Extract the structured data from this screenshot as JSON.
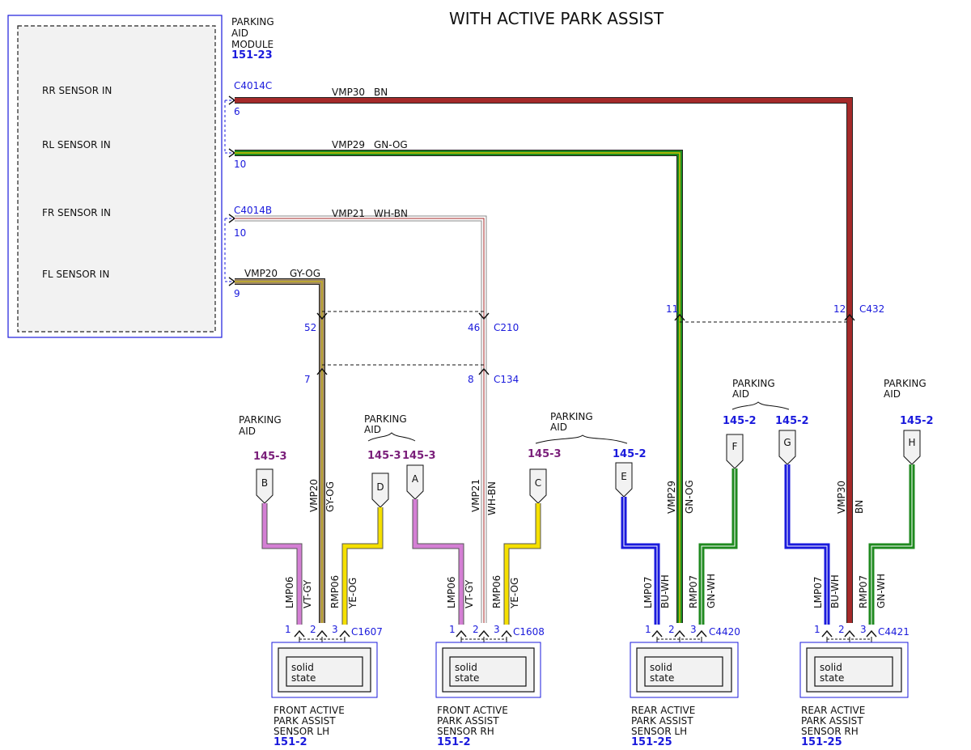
{
  "title": "WITH ACTIVE PARK ASSIST",
  "module": {
    "name_lines": [
      "PARKING",
      "AID",
      "MODULE"
    ],
    "ref": "151-23",
    "inputs": [
      "RR SENSOR IN",
      "RL SENSOR IN",
      "FR SENSOR IN",
      "FL SENSOR IN"
    ],
    "connector_a": "C4014C",
    "connector_b": "C4014B",
    "pins": [
      "6",
      "10",
      "10",
      "9"
    ]
  },
  "wires": {
    "rr": {
      "circuit": "VMP30",
      "color": "BN"
    },
    "rl": {
      "circuit": "VMP29",
      "color": "GN-OG"
    },
    "fr": {
      "circuit": "VMP21",
      "color": "WH-BN"
    },
    "fl": {
      "circuit": "VMP20",
      "color": "GY-OG"
    }
  },
  "inline_connectors": {
    "c210": {
      "name": "C210",
      "pin_fl": "52",
      "pin_fr": "46"
    },
    "c134": {
      "name": "C134",
      "pin_fl": "7",
      "pin_fr": "8"
    },
    "c432": {
      "name": "C432",
      "pin_rl": "11",
      "pin_rr": "12"
    }
  },
  "parking_aid_label": [
    "PARKING",
    "AID"
  ],
  "offpage": [
    {
      "letter": "B",
      "ref": "145-3"
    },
    {
      "letter": "D",
      "ref": "145-3"
    },
    {
      "letter": "A",
      "ref": "145-3"
    },
    {
      "letter": "C",
      "ref": "145-3"
    },
    {
      "letter": "E",
      "ref": "145-2"
    },
    {
      "letter": "F",
      "ref": "145-2"
    },
    {
      "letter": "G",
      "ref": "145-2"
    },
    {
      "letter": "H",
      "ref": "145-2"
    }
  ],
  "sensor_wires": {
    "l06": {
      "circuit": "LMP06",
      "color": "VT-GY"
    },
    "r06": {
      "circuit": "RMP06",
      "color": "YE-OG"
    },
    "l07": {
      "circuit": "LMP07",
      "color": "BU-WH"
    },
    "r07": {
      "circuit": "RMP07",
      "color": "GN-WH"
    }
  },
  "sensors": [
    {
      "connector": "C1607",
      "name_lines": [
        "FRONT ACTIVE",
        "PARK ASSIST",
        "SENSOR LH"
      ],
      "ref": "151-2"
    },
    {
      "connector": "C1608",
      "name_lines": [
        "FRONT ACTIVE",
        "PARK ASSIST",
        "SENSOR RH"
      ],
      "ref": "151-2"
    },
    {
      "connector": "C4420",
      "name_lines": [
        "REAR ACTIVE",
        "PARK ASSIST",
        "SENSOR LH"
      ],
      "ref": "151-25"
    },
    {
      "connector": "C4421",
      "name_lines": [
        "REAR ACTIVE",
        "PARK ASSIST",
        "SENSOR RH"
      ],
      "ref": "151-25"
    }
  ],
  "sensor_pins": [
    "1",
    "2",
    "3"
  ],
  "solid_state": [
    "solid",
    "state"
  ],
  "colors": {
    "BN": "#a52a2a",
    "GN": "#1f8a1f",
    "OG": "#d4c400",
    "WH": "#ffffff",
    "GY": "#a08868",
    "VT": "#d47fd4",
    "YE": "#f5e000",
    "BU": "#1a1adc",
    "connector_blue": "#1a1adc",
    "ref_purple": "#7a1f7a"
  }
}
